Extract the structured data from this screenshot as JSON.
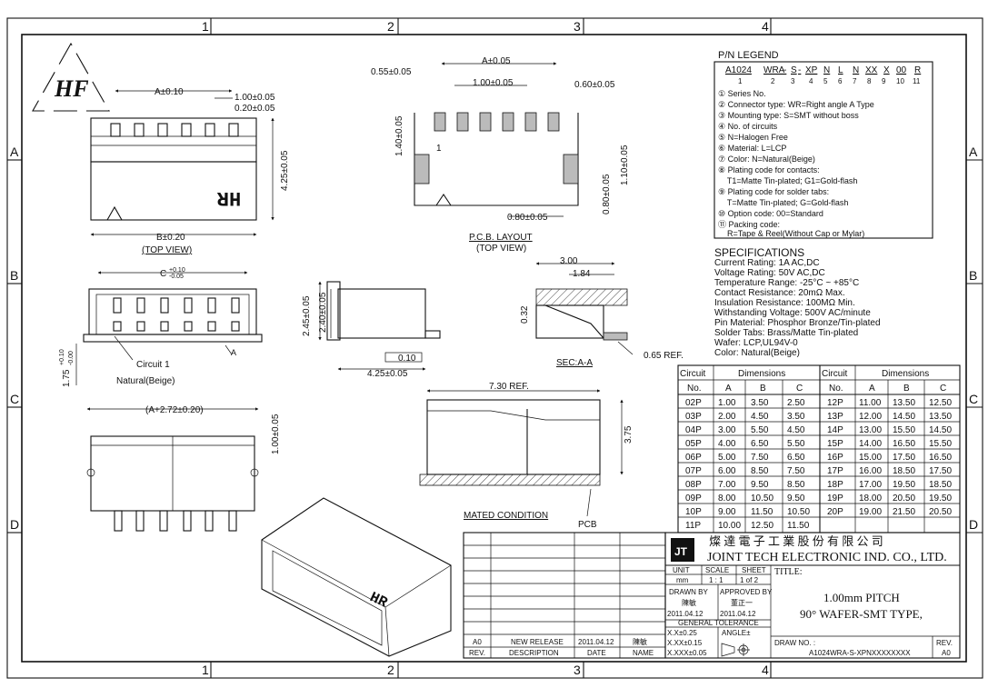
{
  "frame": {
    "zone_columns": [
      "1",
      "2",
      "3",
      "4"
    ],
    "zone_rows": [
      "A",
      "B",
      "C",
      "D"
    ]
  },
  "logo": {
    "text": "HF"
  },
  "views": {
    "top_view": "(TOP VIEW)",
    "pcb_layout": "P.C.B. LAYOUT",
    "pcb_sub": "(TOP VIEW)",
    "section": "SEC:A-A",
    "mated": "MATED CONDITION",
    "pcb_label": "PCB",
    "circuit1": "Circuit 1",
    "natural": "Natural(Beige)",
    "hr": "HR",
    "hr_iso": "HR",
    "pin1": "1",
    "a_mark": "A",
    "a_mark2": "A"
  },
  "dims": {
    "a010": "A±0.10",
    "p100_005": "1.00±0.05",
    "p020_005": "0.20±0.05",
    "v425": "4.25±0.05",
    "b020": "B±0.20",
    "c_main": "C",
    "c_sup": "+0.10",
    "c_sub": "-0.05",
    "v175": "1.75",
    "v175_sup": "+0.10",
    "v175_sub": "-0.00",
    "v245": "2.45±0.05",
    "v240": "2.40±0.05",
    "h425": "4.25±0.05",
    "flat": "0.10",
    "p055": "0.55±0.05",
    "pa005": "A±0.05",
    "pp100": "1.00±0.05",
    "p060": "0.60±0.05",
    "p140": "1.40±0.05",
    "p110": "1.10±0.05",
    "p080h": "0.80±0.05",
    "p080v": "0.80±0.05",
    "s300": "3.00",
    "s184": "1.84",
    "s032": "0.32",
    "s065": "0.65 REF.",
    "m730": "7.30 REF.",
    "m375": "3.75",
    "i272": "(A+2.72±0.20)",
    "i100": "1.00±0.05"
  },
  "legend": {
    "title": "P/N LEGEND",
    "parts": [
      "A1024",
      "WRA",
      "-",
      "S",
      "-",
      "XP",
      "N",
      "L",
      "N",
      "XX",
      "X",
      "00",
      "R"
    ],
    "nums": [
      "1",
      "2",
      "3",
      "4",
      "5",
      "6",
      "7",
      "8",
      "9",
      "10",
      "11"
    ],
    "lines": [
      "① Series No.",
      "② Connector type: WR=Right angle A Type",
      "③ Mounting type: S=SMT without boss",
      "④ No. of circuits",
      "⑤ N=Halogen Free",
      "⑥ Material: L=LCP",
      "⑦ Color: N=Natural(Beige)",
      "⑧ Plating code for contacts:",
      "    T1=Matte Tin-plated; G1=Gold-flash",
      "⑨ Plating code for solder tabs:",
      "    T=Matte Tin-plated; G=Gold-flash",
      "⑩ Option code: 00=Standard",
      "⑪ Packing code:",
      "    R=Tape & Reel(Without Cap or Mylar)"
    ]
  },
  "specs": {
    "title": "SPECIFICATIONS",
    "lines": [
      "Current Rating: 1A AC,DC",
      "Voltage Rating: 50V AC,DC",
      "Temperature Range: -25°C ~ +85°C",
      "Contact Resistance: 20mΩ Max.",
      "Insulation Resistance: 100MΩ Min.",
      "Withstanding Voltage: 500V AC/minute",
      "Pin Material: Phosphor Bronze/Tin-plated",
      "Solder Tabs: Brass/Matte Tin-plated",
      "Wafer: LCP,UL94V-0",
      "Color: Natural(Beige)"
    ]
  },
  "dim_table": {
    "h_circuit": "Circuit",
    "h_no": "No.",
    "h_dims": "Dimensions",
    "h_a": "A",
    "h_b": "B",
    "h_c": "C",
    "left": [
      [
        "02P",
        "1.00",
        "3.50",
        "2.50"
      ],
      [
        "03P",
        "2.00",
        "4.50",
        "3.50"
      ],
      [
        "04P",
        "3.00",
        "5.50",
        "4.50"
      ],
      [
        "05P",
        "4.00",
        "6.50",
        "5.50"
      ],
      [
        "06P",
        "5.00",
        "7.50",
        "6.50"
      ],
      [
        "07P",
        "6.00",
        "8.50",
        "7.50"
      ],
      [
        "08P",
        "7.00",
        "9.50",
        "8.50"
      ],
      [
        "09P",
        "8.00",
        "10.50",
        "9.50"
      ],
      [
        "10P",
        "9.00",
        "11.50",
        "10.50"
      ],
      [
        "11P",
        "10.00",
        "12.50",
        "11.50"
      ]
    ],
    "right": [
      [
        "12P",
        "11.00",
        "13.50",
        "12.50"
      ],
      [
        "13P",
        "12.00",
        "14.50",
        "13.50"
      ],
      [
        "14P",
        "13.00",
        "15.50",
        "14.50"
      ],
      [
        "15P",
        "14.00",
        "16.50",
        "15.50"
      ],
      [
        "16P",
        "15.00",
        "17.50",
        "16.50"
      ],
      [
        "17P",
        "16.00",
        "18.50",
        "17.50"
      ],
      [
        "18P",
        "17.00",
        "19.50",
        "18.50"
      ],
      [
        "19P",
        "18.00",
        "20.50",
        "19.50"
      ],
      [
        "20P",
        "19.00",
        "21.50",
        "20.50"
      ]
    ]
  },
  "title_block": {
    "company_cn": "燦 達 電 子 工 業 股 份 有 限 公 司",
    "company_en": "JOINT TECH ELECTRONIC IND. CO., LTD.",
    "unit_h": "UNIT",
    "scale_h": "SCALE",
    "sheet_h": "SHEET",
    "title_h": "TITLE:",
    "unit": "mm",
    "scale": "1 : 1",
    "sheet": "1 of 2",
    "drawn_h": "DRAWN BY",
    "approved_h": "APPROVED BY",
    "drawn_by": "陳敏",
    "approved_by": "董正一",
    "drawn_date": "2011.04.12",
    "approved_date": "2011.04.12",
    "tol_h": "GENERAL TOLERANCE",
    "tol1": "X.X±0.25",
    "tol2": "X.XX±0.15",
    "tol3": "X.XXX±0.05",
    "angle_h": "ANGLE±",
    "title1": "1.00mm PITCH",
    "title2": "90° WAFER-SMT TYPE,",
    "drawno_h": "DRAW NO. :",
    "drawno": "A1024WRA-S-XPNXXXXXXXX",
    "rev_h": "REV.",
    "rev": "A0",
    "rev_row": [
      "A0",
      "NEW RELEASE",
      "2011.04.12",
      "陳敏"
    ],
    "rev_head": [
      "REV.",
      "DESCRIPTION",
      "DATE",
      "NAME"
    ]
  },
  "logo_mark": "JT"
}
